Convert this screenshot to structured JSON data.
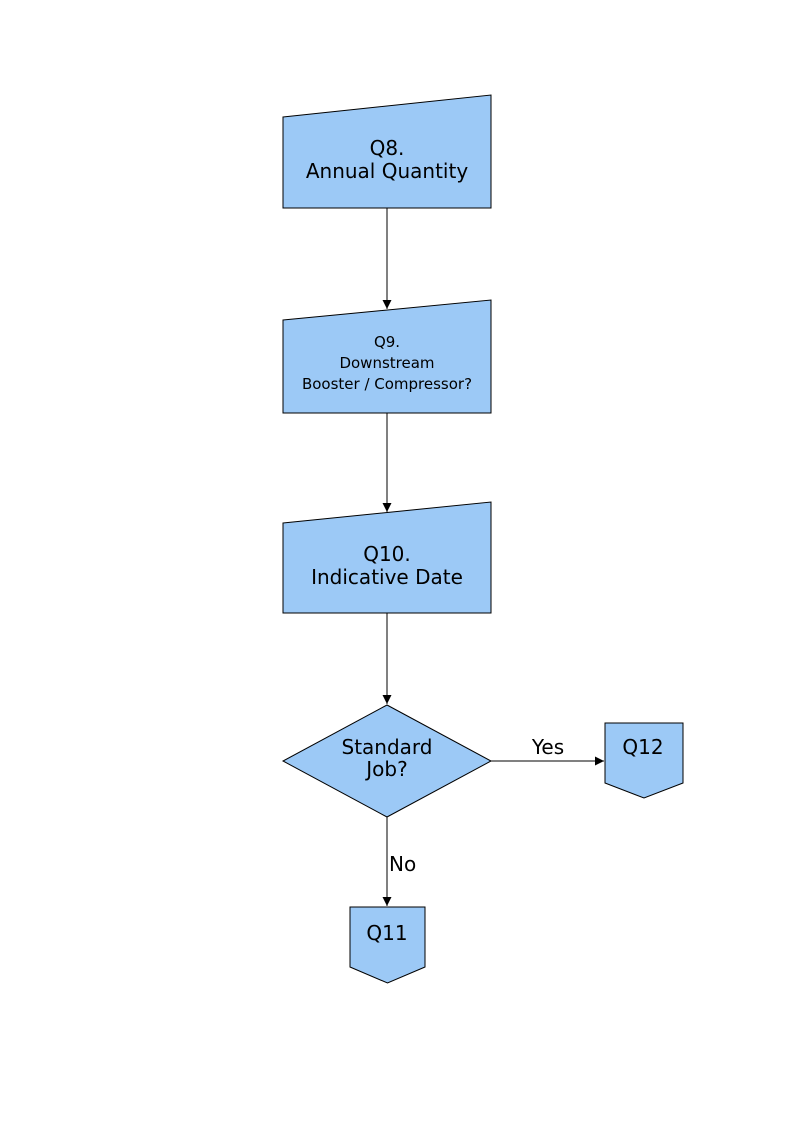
{
  "page": {
    "background_color": "#ffffff"
  },
  "flowchart": {
    "style": {
      "node_fill_color": "#9cc9f6",
      "node_border_color": "#000000",
      "connector_color": "#000000",
      "text_color": "#000000"
    },
    "nodes": {
      "q8": {
        "type": "manual-input",
        "lines": [
          "Q8.",
          "Annual Quantity"
        ]
      },
      "q9": {
        "type": "manual-input",
        "lines": [
          "Q9.",
          "Downstream",
          "Booster / Compressor?"
        ]
      },
      "q10": {
        "type": "manual-input",
        "lines": [
          "Q10.",
          "Indicative Date"
        ]
      },
      "standard_job": {
        "type": "decision",
        "lines": [
          "Standard",
          "Job?"
        ]
      },
      "q12": {
        "type": "off-page-connector",
        "label": "Q12"
      },
      "q11": {
        "type": "off-page-connector",
        "label": "Q11"
      }
    },
    "edges": {
      "yes": {
        "label": "Yes"
      },
      "no": {
        "label": "No"
      }
    }
  }
}
